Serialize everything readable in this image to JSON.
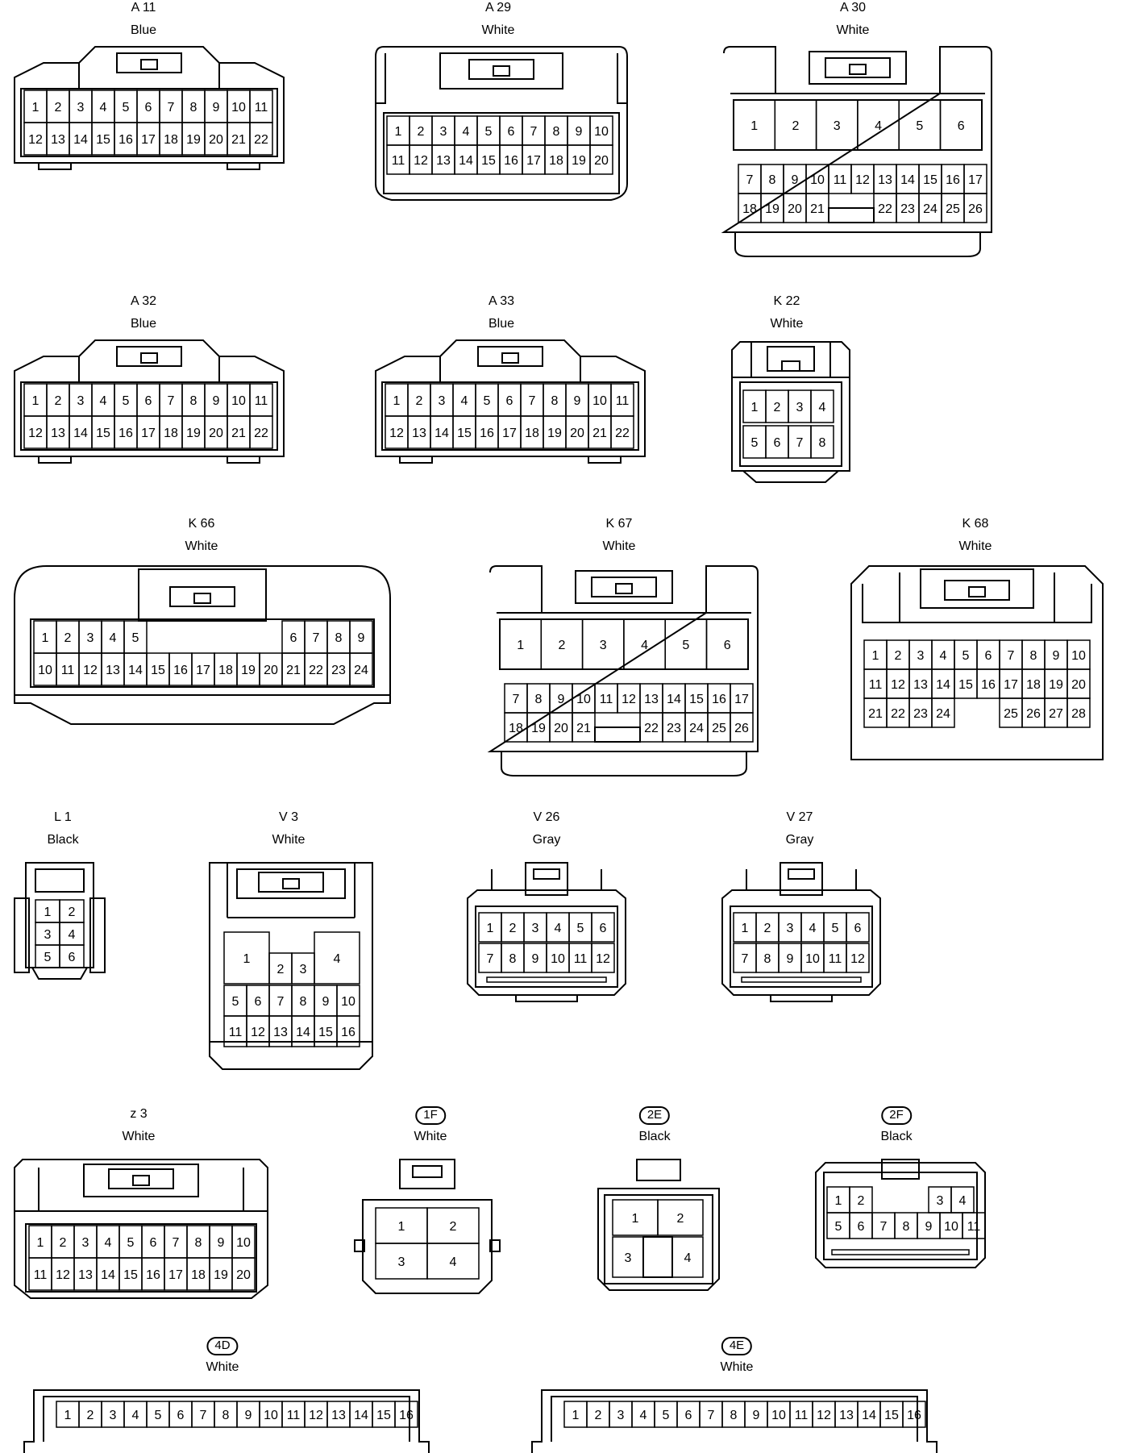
{
  "connectors": [
    {
      "id": "A11",
      "code": "A 11",
      "color": "Blue",
      "oval": false,
      "rows": [
        [
          "1",
          "2",
          "3",
          "4",
          "5",
          "6",
          "7",
          "8",
          "9",
          "10",
          "11"
        ],
        [
          "12",
          "13",
          "14",
          "15",
          "16",
          "17",
          "18",
          "19",
          "20",
          "21",
          "22"
        ]
      ]
    },
    {
      "id": "A29",
      "code": "A 29",
      "color": "White",
      "oval": false,
      "rows": [
        [
          "1",
          "2",
          "3",
          "4",
          "5",
          "6",
          "7",
          "8",
          "9",
          "10"
        ],
        [
          "11",
          "12",
          "13",
          "14",
          "15",
          "16",
          "17",
          "18",
          "19",
          "20"
        ]
      ]
    },
    {
      "id": "A30",
      "code": "A 30",
      "color": "White",
      "oval": false,
      "rows": [
        [
          "1",
          "2",
          "3",
          "4",
          "5",
          "6"
        ],
        [
          "7",
          "8",
          "9",
          "10",
          "11",
          "12",
          "13",
          "14",
          "15",
          "16",
          "17"
        ],
        [
          "18",
          "19",
          "20",
          "21",
          "",
          "22",
          "23",
          "24",
          "25",
          "26"
        ]
      ]
    },
    {
      "id": "A32",
      "code": "A 32",
      "color": "Blue",
      "oval": false,
      "rows": [
        [
          "1",
          "2",
          "3",
          "4",
          "5",
          "6",
          "7",
          "8",
          "9",
          "10",
          "11"
        ],
        [
          "12",
          "13",
          "14",
          "15",
          "16",
          "17",
          "18",
          "19",
          "20",
          "21",
          "22"
        ]
      ]
    },
    {
      "id": "A33",
      "code": "A 33",
      "color": "Blue",
      "oval": false,
      "rows": [
        [
          "1",
          "2",
          "3",
          "4",
          "5",
          "6",
          "7",
          "8",
          "9",
          "10",
          "11"
        ],
        [
          "12",
          "13",
          "14",
          "15",
          "16",
          "17",
          "18",
          "19",
          "20",
          "21",
          "22"
        ]
      ]
    },
    {
      "id": "K22",
      "code": "K 22",
      "color": "White",
      "oval": false,
      "rows": [
        [
          "1",
          "2",
          "3",
          "4"
        ],
        [
          "5",
          "6",
          "7",
          "8"
        ]
      ]
    },
    {
      "id": "K66",
      "code": "K 66",
      "color": "White",
      "oval": false,
      "rows": [
        [
          "1",
          "2",
          "3",
          "4",
          "5",
          "6",
          "7",
          "8",
          "9"
        ],
        [
          "10",
          "11",
          "12",
          "13",
          "14",
          "15",
          "16",
          "17",
          "18",
          "19",
          "20",
          "21",
          "22",
          "23",
          "24"
        ]
      ]
    },
    {
      "id": "K67",
      "code": "K 67",
      "color": "White",
      "oval": false,
      "rows": [
        [
          "1",
          "2",
          "3",
          "4",
          "5",
          "6"
        ],
        [
          "7",
          "8",
          "9",
          "10",
          "11",
          "12",
          "13",
          "14",
          "15",
          "16",
          "17"
        ],
        [
          "18",
          "19",
          "20",
          "21",
          "",
          "22",
          "23",
          "24",
          "25",
          "26"
        ]
      ]
    },
    {
      "id": "K68",
      "code": "K 68",
      "color": "White",
      "oval": false,
      "rows": [
        [
          "1",
          "2",
          "3",
          "4",
          "5",
          "6",
          "7",
          "8",
          "9",
          "10"
        ],
        [
          "11",
          "12",
          "13",
          "14",
          "15",
          "16",
          "17",
          "18",
          "19",
          "20"
        ],
        [
          "21",
          "22",
          "23",
          "24",
          "25",
          "26",
          "27",
          "28"
        ]
      ]
    },
    {
      "id": "L1",
      "code": "L 1",
      "color": "Black",
      "oval": false,
      "rows": [
        [
          "1",
          "2"
        ],
        [
          "3",
          "4"
        ],
        [
          "5",
          "6"
        ]
      ]
    },
    {
      "id": "V3",
      "code": "V 3",
      "color": "White",
      "oval": false,
      "rows": [
        [
          "1",
          "2",
          "3",
          "4"
        ],
        [
          "5",
          "6",
          "7",
          "8",
          "9",
          "10"
        ],
        [
          "11",
          "12",
          "13",
          "14",
          "15",
          "16"
        ]
      ]
    },
    {
      "id": "V26",
      "code": "V 26",
      "color": "Gray",
      "oval": false,
      "rows": [
        [
          "1",
          "2",
          "3",
          "4",
          "5",
          "6"
        ],
        [
          "7",
          "8",
          "9",
          "10",
          "11",
          "12"
        ]
      ]
    },
    {
      "id": "V27",
      "code": "V 27",
      "color": "Gray",
      "oval": false,
      "rows": [
        [
          "1",
          "2",
          "3",
          "4",
          "5",
          "6"
        ],
        [
          "7",
          "8",
          "9",
          "10",
          "11",
          "12"
        ]
      ]
    },
    {
      "id": "z3",
      "code": "z 3",
      "color": "White",
      "oval": false,
      "rows": [
        [
          "1",
          "2",
          "3",
          "4",
          "5",
          "6",
          "7",
          "8",
          "9",
          "10"
        ],
        [
          "11",
          "12",
          "13",
          "14",
          "15",
          "16",
          "17",
          "18",
          "19",
          "20"
        ]
      ]
    },
    {
      "id": "1F",
      "code": "1F",
      "color": "White",
      "oval": true,
      "rows": [
        [
          "1",
          "2"
        ],
        [
          "3",
          "4"
        ]
      ]
    },
    {
      "id": "2E",
      "code": "2E",
      "color": "Black",
      "oval": true,
      "rows": [
        [
          "1",
          "2"
        ],
        [
          "3",
          "4"
        ]
      ]
    },
    {
      "id": "2F",
      "code": "2F",
      "color": "Black",
      "oval": true,
      "rows": [
        [
          "1",
          "2",
          "3",
          "4"
        ],
        [
          "5",
          "6",
          "7",
          "8",
          "9",
          "10",
          "11"
        ]
      ]
    },
    {
      "id": "4D",
      "code": "4D",
      "color": "White",
      "oval": true,
      "rows": [
        [
          "1",
          "2",
          "3",
          "4",
          "5",
          "6",
          "7",
          "8",
          "9",
          "10",
          "11",
          "12",
          "13",
          "14",
          "15",
          "16"
        ]
      ]
    },
    {
      "id": "4E",
      "code": "4E",
      "color": "White",
      "oval": true,
      "rows": [
        [
          "1",
          "2",
          "3",
          "4",
          "5",
          "6",
          "7",
          "8",
          "9",
          "10",
          "11",
          "12",
          "13",
          "14",
          "15",
          "16"
        ]
      ]
    }
  ]
}
